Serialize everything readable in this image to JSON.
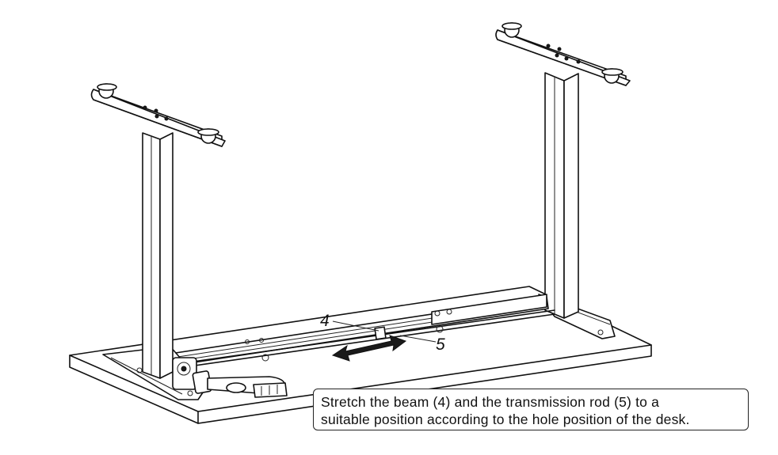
{
  "diagram": {
    "labels": {
      "beam_number": "4",
      "rod_number": "5"
    },
    "caption": {
      "line1": "Stretch the beam (4) and the transmission rod (5) to a",
      "line2": "suitable position according to the hole position of the desk."
    }
  }
}
